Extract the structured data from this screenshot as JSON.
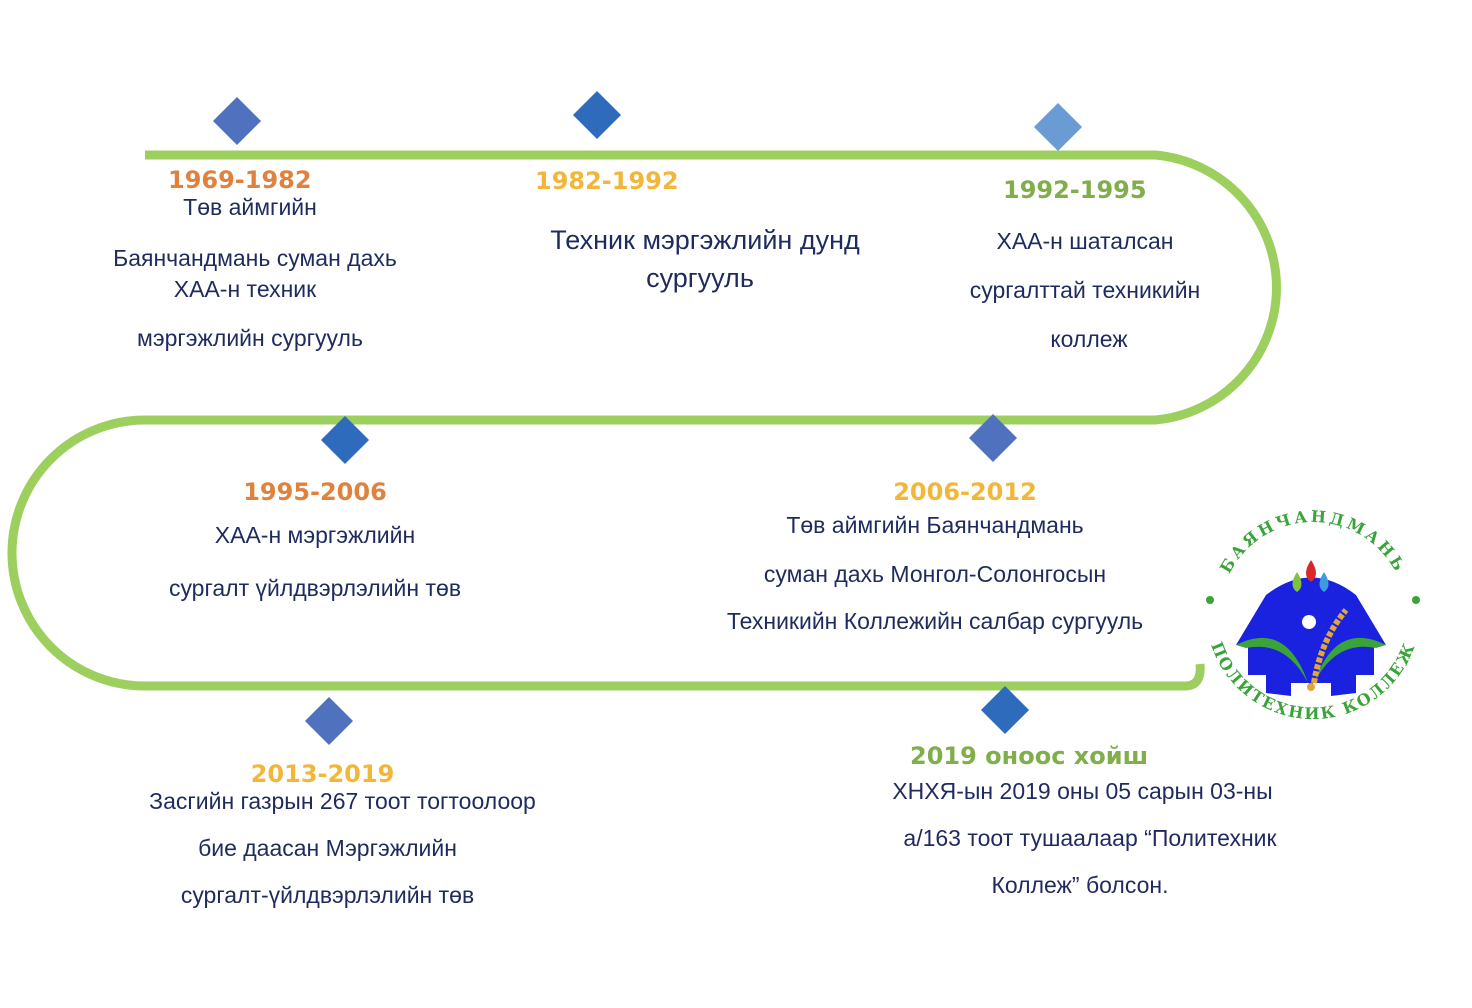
{
  "colors": {
    "track": "#9dcf5f",
    "text": "#1f2b5e",
    "orange": "#e0823d",
    "yellow": "#f2b73a",
    "green": "#7fae4b"
  },
  "events": [
    {
      "year": "1969-1982",
      "lines": [
        "Төв аймгийн",
        "Баянчандмань суман дахь",
        "ХАА-н техник",
        "мэргэжлийн сургууль"
      ]
    },
    {
      "year": "1982-1992",
      "lines": [
        "Техник мэргэжлийн дунд",
        "сургууль"
      ]
    },
    {
      "year": "1992-1995",
      "lines": [
        "ХАА-н шаталсан",
        "сургалттай техникийн",
        "коллеж"
      ]
    },
    {
      "year": "1995-2006",
      "lines": [
        "ХАА-н мэргэжлийн",
        "сургалт үйлдвэрлэлийн төв"
      ]
    },
    {
      "year": "2006-2012",
      "lines": [
        "Төв аймгийн Баянчандмань",
        "суман дахь Монгол-Солонгосын",
        "Техникийн Коллежийн салбар сургууль"
      ]
    },
    {
      "year": "2013-2019",
      "lines": [
        "Засгийн газрын 267 тоот тогтоолоор",
        "бие даасан Мэргэжлийн",
        "сургалт-үйлдвэрлэлийн төв"
      ]
    },
    {
      "year": "2019 оноос хойш",
      "lines": [
        "ХНХЯ-ын 2019 оны 05 сарын 03-ны",
        "а/163 тоот тушаалаар “Политехник",
        "Коллеж” болсон."
      ]
    }
  ],
  "logo": {
    "top_text": "БАЯНЧАНДМАНЬ",
    "bottom_text": "ПОЛИТЕХНИК КОЛЛЕЖ"
  }
}
